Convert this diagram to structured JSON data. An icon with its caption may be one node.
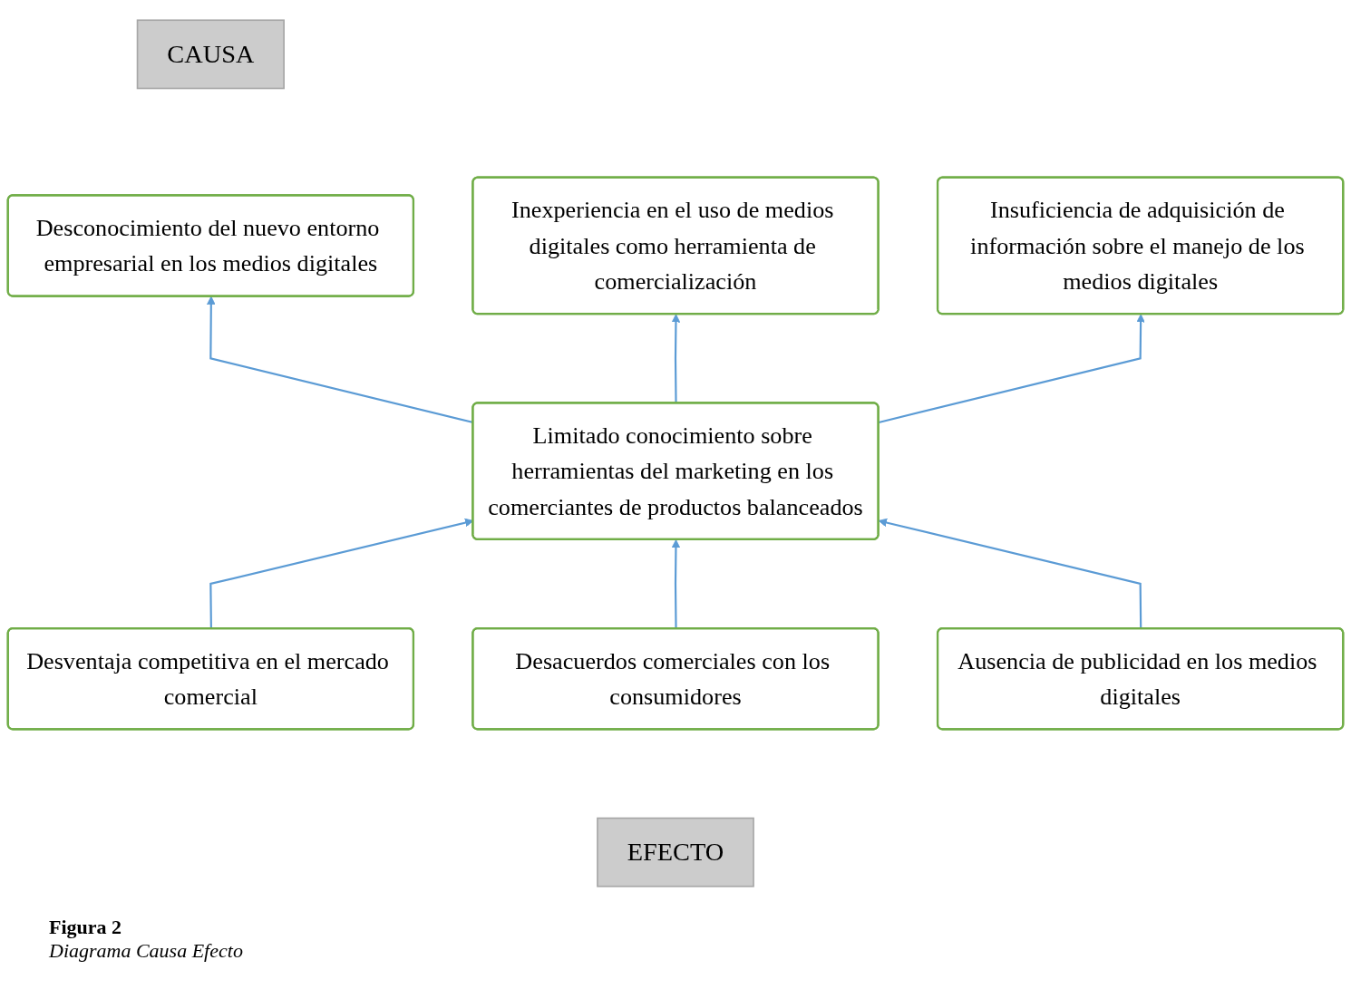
{
  "diagram": {
    "nodes": [
      {
        "text": [
          "CAUSA"
        ]
      },
      {
        "text": [
          "Desconocimiento del nuevo entorno empresarial en los medios digitales"
        ]
      },
      {
        "text": [
          "Inexperiencia en el uso de medios digitales como herramienta de comercialización"
        ]
      },
      {
        "text": [
          "Insuficiencia de adquisición de información sobre el manejo de los medios digitales"
        ]
      },
      {
        "text": [
          "Limitado conocimiento sobre herramientas del marketing en los comerciantes de productos balanceados"
        ]
      },
      {
        "text": [
          "Desventaja competitiva en el mercado comercial"
        ]
      },
      {
        "text": [
          "Desacuerdos comerciales con los consumidores"
        ]
      },
      {
        "text": [
          "Ausencia de publicidad en los medios digitales"
        ]
      },
      {
        "text": [
          "EFECTO"
        ]
      }
    ],
    "edges": [
      {
        "from": 4,
        "to": 1,
        "arrow": "to"
      },
      {
        "from": 4,
        "to": 2,
        "arrow": "to"
      },
      {
        "from": 4,
        "to": 3,
        "arrow": "to"
      },
      {
        "from": 5,
        "to": 4,
        "arrow": "to"
      },
      {
        "from": 6,
        "to": 4,
        "arrow": "to"
      },
      {
        "from": 7,
        "to": 4,
        "arrow": "to"
      }
    ],
    "labels": [
      "Figura 2",
      "Diagrama Causa Efecto"
    ]
  }
}
